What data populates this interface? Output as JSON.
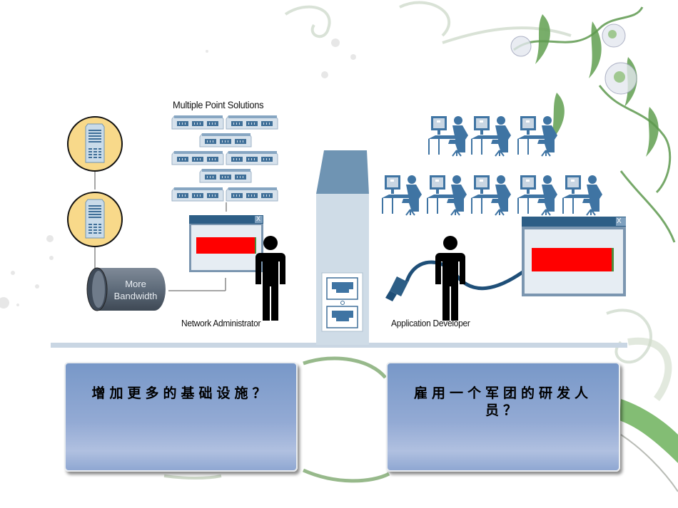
{
  "diagram": {
    "left_section": {
      "multiple_point_solutions_label": "Multiple Point Solutions",
      "cylinder_label_line1": "More",
      "cylinder_label_line2": "Bandwidth",
      "person_label": "Network Administrator"
    },
    "right_section": {
      "person_label": "Application Developer",
      "window_close_label": "X"
    },
    "left_window_close_label": "X"
  },
  "questions": [
    {
      "text": "增加更多的基础设施？"
    },
    {
      "text_line1": "雇用一个军团的研发人",
      "text_line2": "员？"
    }
  ],
  "colors": {
    "server_circle": "#f8d98a",
    "device_blue": "#3f74a3",
    "server_tower": "#c9dbe9",
    "alert_red": "#ff0000",
    "shelf": "#c9d6e3",
    "question_box": "#8aa3d0",
    "vine_green": "#5a9e4a"
  }
}
